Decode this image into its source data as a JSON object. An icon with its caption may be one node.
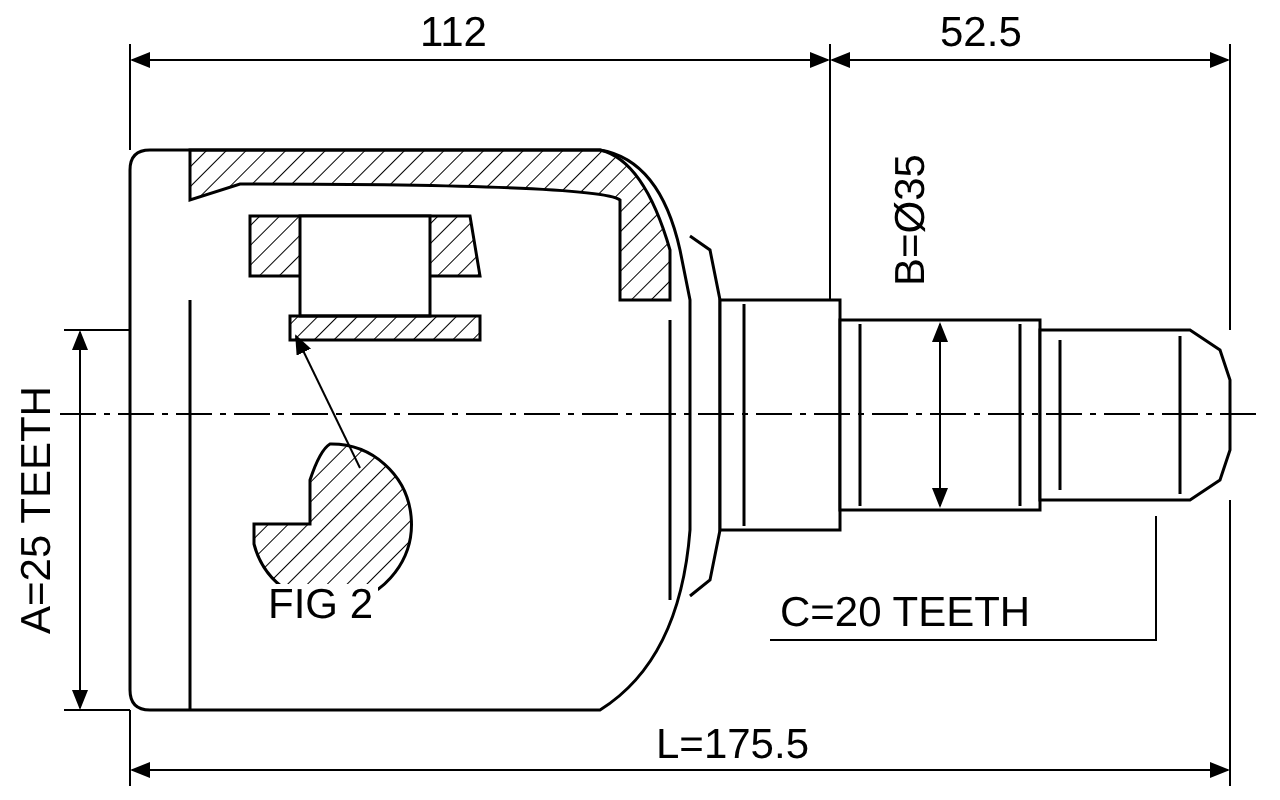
{
  "diagram": {
    "nodes": [
      {
        "text": [
          "C=20 TEETH"
        ]
      },
      {
        "text": [
          "FIG 2"
        ]
      }
    ],
    "edges": [
      {
        "from": 0,
        "to": null,
        "arrow": "none"
      },
      {
        "from": 1,
        "to": null,
        "arrow": "to"
      }
    ],
    "labels": [
      "112",
      "52.5",
      "B=Ø35",
      "A=25 TEETH",
      "L=175.5"
    ]
  }
}
